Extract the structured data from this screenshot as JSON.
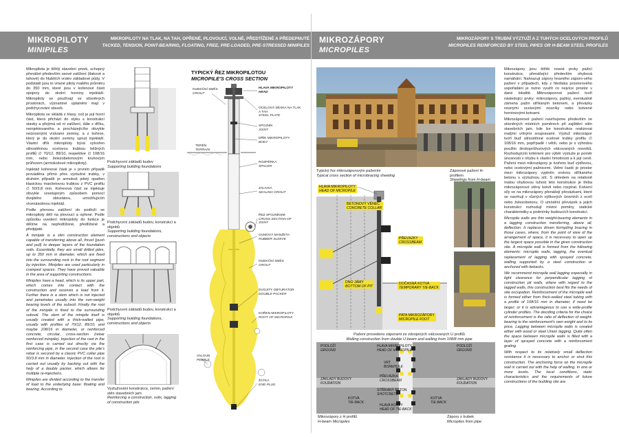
{
  "header": {
    "left_title": "MIKROPILOTY",
    "left_title_en": "MINIPILES",
    "left_sub": "MIKROPILOTY NA TLAK, NA TAH, OPŘENÉ, PLOVOUCÍ, VOLNÉ, PŘEDTÍŽENÉ A PŘEDEPNUTÉ",
    "left_sub_en": "TACKED, TENSION, POINT-BEARING, FLOATING, FREE, PRE-LOADED, PRE-STRESSED MINIPILES",
    "right_title": "MIKROZÁPORY",
    "right_title_en": "MICROPILES",
    "right_sub": "MIKROZÁPORY S TRUBNÍ VÝZTUŽÍ A Z TUHÝCH OCELOVÝCH PROFILŮ",
    "right_sub_en": "MICROPILES REINFORCED BY STEEL PIPES OR H-BEAM STEEL PROFILES"
  },
  "left_text": {
    "p1": "Mikropilota je štíhlý stavební prvek, schopný přenášet především osové zatížení (tlakové a tahové) do hlubších vrstev základové půdy. V podstatě jsou to vrtané piloty malého průměru do 350 mm, které jsou v kořenové části spojeny do okolní horniny injektáží. Mikropiloty se používají ve stísněných prostorách, významné uplatnění mají v podchycování staveb.",
    "p2": "Mikropilota se skládá z hlavy, což je její horní část, která přichází do styku s konstrukcí stavby a přejímá od ní zatížení, dále z dříku, neinjektovaného a procházejícího obvykle neúnosnými vrstvami zeminy, a z kořene, který je do okolní zeminy upnut injektáží. Vlastní dřík mikropiloty bývá vytvořen silnostěnnou ocelovou trubkou běžných profilů ∅ 70/12, 89/10, respektive ∅ 108/16 mm, nebo železobetonovým kruhovým průřezem (armokošové mikropiloty).",
    "p3": "Injektáž kořenové části je v prvním případě prováděna přímo přes výztužné trubky, v druhém případě je armokoš pilotý opatřen klasickou manžetovou trubkou z PVC profilu ∅ 50/3,8 mm. Kořenová část se injektuje obvykle vzestupným způsobem pomocí dvojitého obturátoru, umožňujícím vícenásobnou injektáž.",
    "p4": "Podle přenosu zatížení do podloží se mikropiloty dělí na plovoucí a opřené. Podle způsobu uvedení mikropiloty do funkce je dělíme na nepředtížené, předtížené a předpjaté.",
    "p5": "A minipile is a slim construction element capable of transferring above all, thrust (push and pull) to deeper layers of the foundation soils. Essentially, they are small drilled piles, up to 350 mm in diameter, which are fixed into the surrounding rock in the root segment by injection. Minipiles are used particularly in cramped spaces. They have proved valuable in the area of supporting constructions.",
    "p6": "Minipiles have a head, which is its upper part, which comes into contact with the construction and receives a load from it. Further there is a stem which is not injected and penetrates usually into the non-weight bearing levels of the subsoil. Finally the root of the minipile is fixed to the surrounding subsoil. The stem of the minipile itself is usually created with a thick-walled pipe, usually with profiles of 70/12, 89/10, and maybe 108/16 in diameter, or reinforced concrete, circular, cross-section (rebar reinforced minipile). Injection of the root in the first case is carried out directly via the reinforcing pipe, in the second case the pile's rebar is secured by a classic PVC collar pipe 50/3.8 mm in diameter. Injection of the root is carried out usually by backing out with the help of a double packer, which allows for multiple re-injections.",
    "p7": "Minipiles are divided according to the transfer of load to the underlying base: floating and bearing. According to"
  },
  "left_captions": {
    "c1": "Podchycení základů budov",
    "c1_en": "Supporting building foundations",
    "c2": "Podchycení základů budov, konstrukcí a objektů",
    "c2_en": "Supporting building foundations, constructions and objects",
    "c3": "Podchycení základů budov, konstrukcí a objektů",
    "c3_en": "Supporting building foundations, constructions and objects",
    "c4": "Vyztužování konstrukce, zemin, pažení stěn stavebních jam",
    "c4_en": "Reinforcing a construction, soils, lagging of construction pits"
  },
  "cross_section": {
    "title": "TYPICKÝ ŘEZ MIKROPILOTOU",
    "title_en": "MICROPILE'S CROSS SECTION",
    "labels": [
      {
        "cz": "INJEKČNÍ SMĚS",
        "en": "GROUT"
      },
      {
        "cz": "TERÉN",
        "en": "TERRAIN"
      },
      {
        "cz": "HLAVA MIKROPILOTY",
        "en": "HEAD"
      },
      {
        "cz": "OCELOVÁ DESKA NA TLAK A TAH",
        "en": "STEEL PLATE"
      },
      {
        "cz": "SPOJNÍK",
        "en": "JOINT"
      },
      {
        "cz": "DŘÍK MIKROPILOTY",
        "en": "BODY"
      },
      {
        "cz": "ROZPĚRKA",
        "en": "SPACER"
      },
      {
        "cz": "ZÁLIVKA",
        "en": "SEALING GROUT"
      },
      {
        "cz": "ŘEZ SPOJNÍKEM",
        "en": "CROSS SECTION OF JOINT"
      },
      {
        "cz": "GUMOVÁ MANŽETA",
        "en": "RUBBER SLEEVE"
      },
      {
        "cz": "INJEKČNÍ SMĚS",
        "en": "GROUT"
      },
      {
        "cz": "DVOJITÝ OBTURÁTOR",
        "en": "DOUBLE PACKER"
      },
      {
        "cz": "KOŘEN MIKROPILOTY",
        "en": "ROOT OF MICROPILE"
      },
      {
        "cz": "VALOUN",
        "en": "PEBBLE"
      },
      {
        "cz": "ŽÁTKA",
        "en": "END PLUG"
      }
    ]
  },
  "right_text": {
    "p1": "Mikrozápory jsou štíhlé nosné prvky pažicí konstrukce, přenášející především ohybová namáhání. Nahrazují zápory hnaného záporo-vého pažení v případech, kdy z hlediska prostorového uspořádání je nutno využít co nejvíce prostor v dané lokalitě. Mikrozáporové pažení tvoří následující prvky: mikrozápory, pažiny, eventuálně zámena pažin stříkaným betonem, a převázky nosnými ocelovými nosníky nebo kotvené horninovými kotvami.",
    "p2": "Mikrozáporové pažení navrhujeme především ve stísněných místních poměrech při zajištění stěn stavebních jam, kde lze konstrukce realizovat malými vrtnými soupravami. Výztuž mikrozápor tvoří buď silnostěnné ocelové trubky profilu ∅ 108/16 mm, popřípadě i větší, nebo je s výhodou použito širokoprůřezových válcovaných nosníků. Rozhodujícím kritériem pro výběr výztuže je poměr únosnosti v ohybu k vlastní hmotnosti a k její ceně. Pažení mezi mikrozápory je tvořeno buď výdřevou, nebo ocelovými pažnicemi. Velmi časté je prostor mezi mikrozápory vyplněn vrstvou stříkaného betonu s výztužnou sítí. S ohledem na relativně malou ohybovou tuhost této konstrukce je třeba mikrozáporové stěny kotvit nebo rozpírat. Kotvení síly ve na mikrozápory přenášejí převázkami, které se navrhují v různých výškových úrovních z ocelí nebo železobetonu. O umístění převázek a jejich konstrukci rozhodují místní poměry, statické charakteristiky a podmínky budoucích konstrukcí.",
    "p3": "Micropile walls are thin weight-bearing elements in a lagging construction transferring, above all, deflection. It replaces driven formpiling bracing in those cases, where, from the point of view of the arrangement of space, it is necessary to open up the largest space possible in the given construction site. A micropile wall is formed from the following elements: micropile walls, lagging, the eventual replacement of lagging with sprayed concrete, walling supported by a steel construction or anchored with tiebacks.",
    "p4": "We recommend micropile wall lagging especially in tight clearance for perpendicular lagging of construction pit walls, where with regard to the lagged walls, this construction best fits the needs of site occupation. Reinforcement of the micropile wall is formed either from thick-walled steel tubing with a profile of 108/16 mm in diameter, if need be larger; or it is advantageous to use a wide-profile cylinder profiles. The deciding criteria for the choice of reinforcement is the ratio of deflection of weight-bearing to the reinforcement's own weight and to its price. Lagging between micropile walls is created either with wood or steel Union lagging. Quite often the space between micropile walls is filled with a layer of sprayed concrete with a reinforcement grating.",
    "p5": "With respect to its relatively small deflection resistance it is necessary to anchor or strut this construction. The anchoring force on the micropile wall is carried out with the help of walling. In one or more levels. The local conditions, static characteristics and the requirements of future constructions of the building site are"
  },
  "right_captions": {
    "photo1": "Typický řez mikrozáporovým pažením",
    "photo1_en": "Typical cross section of microbracing sheeting",
    "photo2": "Záporové pažení H-profilem",
    "photo2_en": "Sheetings from H-beam",
    "diag1": "Pažení provedeno záporami ze zdvojených válcovaných U profilů",
    "diag1_en": "Walling construction from double U-beam and walling from 108/8 mm pipe",
    "diag2_left": "Mikrozápory z H profilů",
    "diag2_left_en": "H-beam Micropiles",
    "diag2_right": "Zápory z trubek",
    "diag2_right_en": "Micropiles from pipe"
  },
  "diagram1_tags": [
    {
      "cz": "HLAVA MIKROPILOTY",
      "en": "HEAD OF MICROPILE"
    },
    {
      "cz": "BETONOVÝ VĚNEC",
      "en": "CONCRETE COLLAR"
    },
    {
      "cz": "PŘEVÁZKY",
      "en": "CROSSBEAM"
    },
    {
      "cz": "DNO JÁMY",
      "en": "BOTTOM OF PIT"
    },
    {
      "cz": "DOČASNÁ KOTVA",
      "en": "TEMPORARY TIE-BACK"
    },
    {
      "cz": "PATA MIKROZÁPORY",
      "en": "MICROPILE FOOT"
    }
  ],
  "diagram2_tags": [
    {
      "cz": "PODLOŽÍ",
      "en": "GROUND"
    },
    {
      "cz": "HLAVA MIKROPILOTY",
      "en": "HEAD OF MICROPILE"
    },
    {
      "cz": "VRT",
      "en": "BOREHOLE"
    },
    {
      "cz": "PŘEVÁZKA",
      "en": "CROSSBEAM"
    },
    {
      "cz": "ZÁKLADY BUDOVY",
      "en": "FOUDATION"
    },
    {
      "cz": "STŘÍKANÝ BETON",
      "en": "SHOTCRETE"
    },
    {
      "cz": "KOTVA",
      "en": "TIE-BACK"
    },
    {
      "cz": "HLAVA KOTVY",
      "en": "HEAD OF TIE-BACK"
    },
    {
      "cz": "PODLOŽÍ",
      "en": "GROUND"
    },
    {
      "cz": "ZÁKLADY BUDOVY",
      "en": "FOUDATION"
    },
    {
      "cz": "KOTVA",
      "en": "TIE-BACK"
    }
  ],
  "colors": {
    "band": "#8a8a8a",
    "accent": "#f4e12b",
    "concrete": "#bdbdbd"
  }
}
